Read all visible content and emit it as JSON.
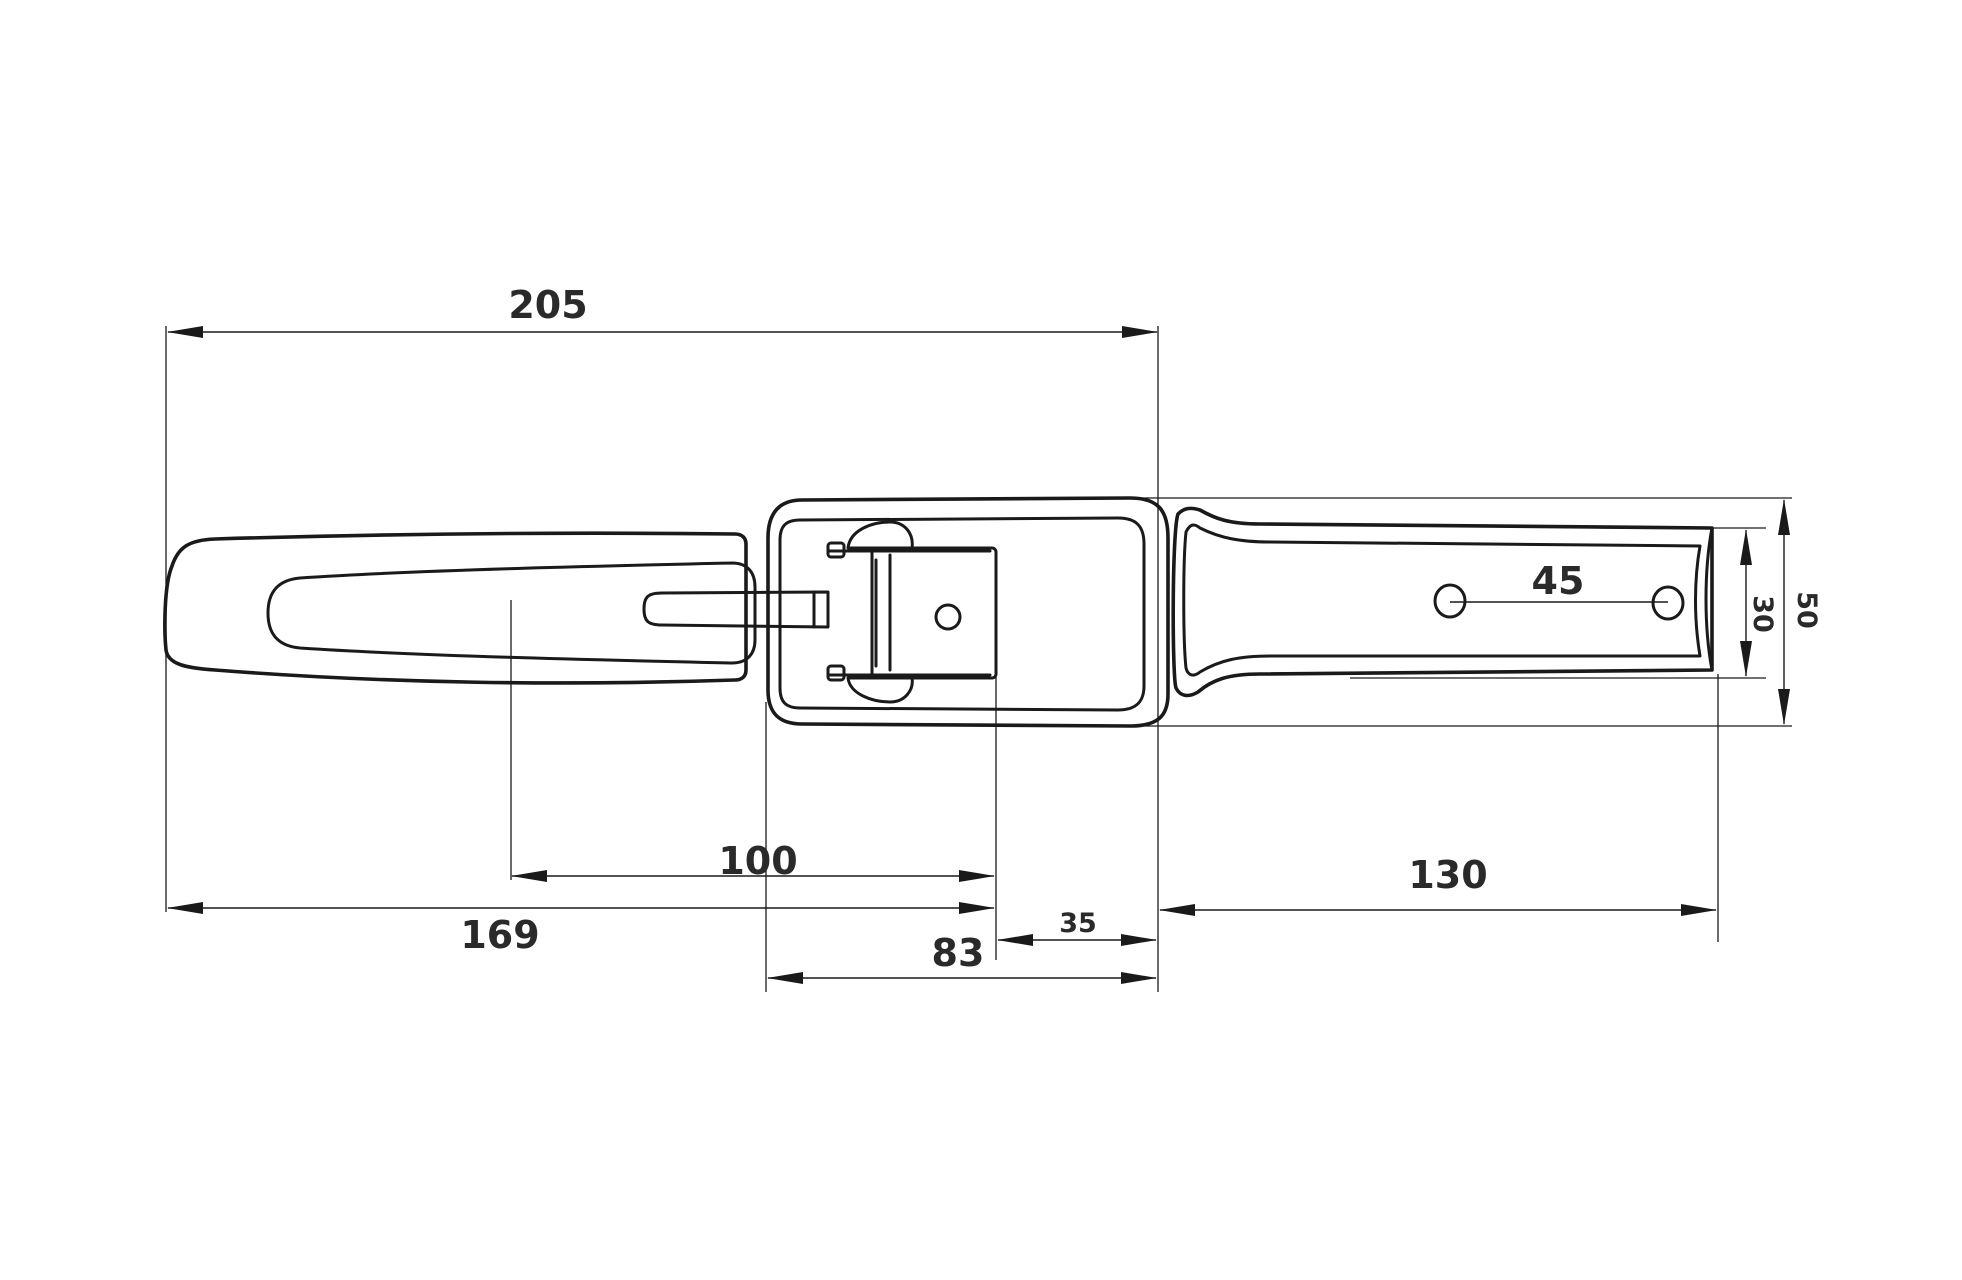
{
  "dimensions": {
    "overall_length": "205",
    "handle_to_hinge": "169",
    "handle_slot_to_hinge": "100",
    "base_plate_length": "83",
    "hinge_to_plate_end": "35",
    "keeper_length": "130",
    "keeper_hole_spacing": "45",
    "keeper_width": "30",
    "overall_width": "50"
  },
  "colors": {
    "line": "#1a1a1a",
    "text": "#2a2a2a",
    "background": "#ffffff"
  }
}
